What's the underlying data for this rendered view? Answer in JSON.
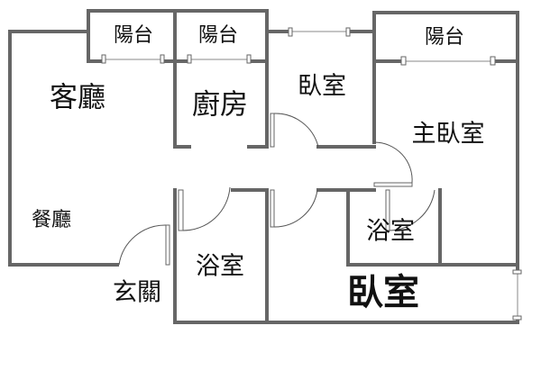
{
  "rooms": {
    "balcony_left": "陽台",
    "balcony_kitchen": "陽台",
    "balcony_master": "陽台",
    "living_room": "客廳",
    "kitchen": "廚房",
    "bedroom_top": "臥室",
    "master_bedroom": "主臥室",
    "dining_room": "餐廳",
    "master_bathroom": "浴室",
    "bathroom": "浴室",
    "entrance": "玄關",
    "bedroom_bottom": "臥室"
  }
}
